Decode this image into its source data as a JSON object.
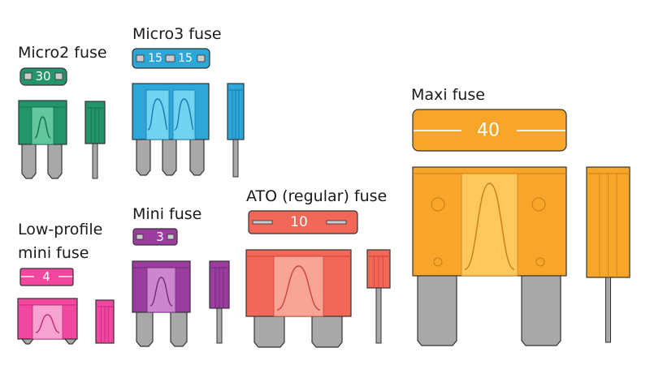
{
  "fuses": {
    "micro2": {
      "label": "Micro2 fuse",
      "rating": "30",
      "colors": {
        "body": "#24946a",
        "light": "#63c79d",
        "dark": "#17704f"
      }
    },
    "micro3": {
      "label": "Micro3 fuse",
      "rating_a": "15",
      "rating_b": "15",
      "colors": {
        "body": "#2ea6d8",
        "light": "#72d3f0",
        "dark": "#1677b5"
      }
    },
    "lowprofile": {
      "label_line1": "Low-profile",
      "label_line2": "mini fuse",
      "rating": "4",
      "colors": {
        "body": "#f0479f",
        "light": "#f8a3cf",
        "dark": "#c02a7c"
      }
    },
    "mini": {
      "label": "Mini fuse",
      "rating": "3",
      "colors": {
        "body": "#9a3d9e",
        "light": "#cb86cf",
        "dark": "#732a78"
      }
    },
    "ato": {
      "label": "ATO (regular) fuse",
      "rating": "10",
      "colors": {
        "body": "#f26858",
        "light": "#f9a595",
        "dark": "#c8463a"
      }
    },
    "maxi": {
      "label": "Maxi fuse",
      "rating": "40",
      "colors": {
        "body": "#f8a629",
        "light": "#ffc75c",
        "dark": "#c97e12"
      }
    }
  },
  "leg_color": "#a8a8a8"
}
